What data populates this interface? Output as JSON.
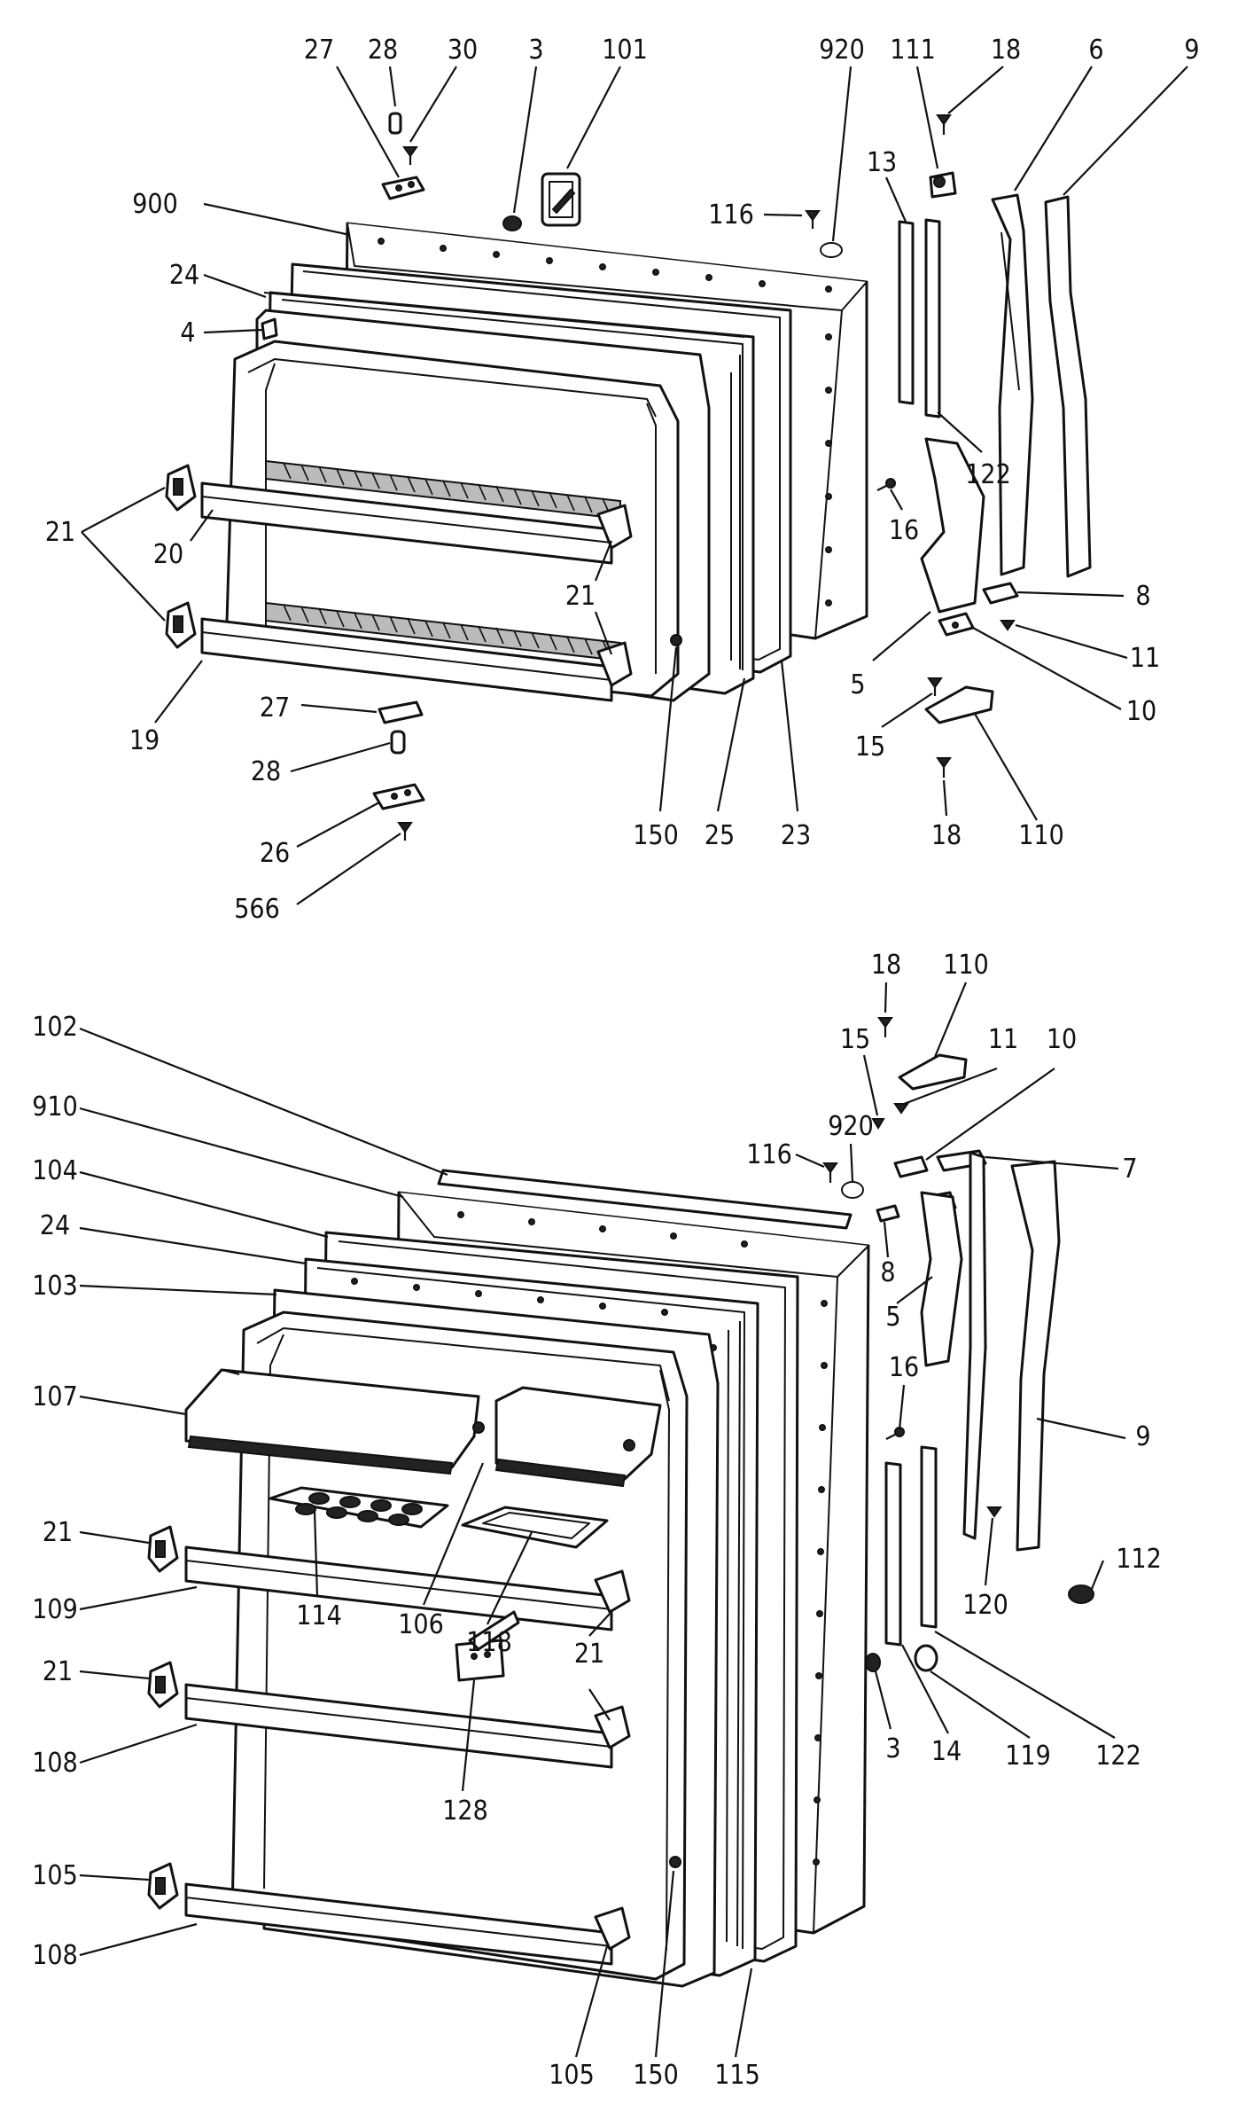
{
  "labels": {
    "top": {
      "l27a": "27",
      "l28a": "28",
      "l30": "30",
      "l3a": "3",
      "l101": "101",
      "l920a": "920",
      "l111": "111",
      "l18a": "18",
      "l6": "6",
      "l9a": "9",
      "l900": "900",
      "l116a": "116",
      "l13": "13",
      "l24a": "24",
      "l4": "4",
      "l122a": "122",
      "l16a": "16",
      "l21a": "21",
      "l20": "20",
      "l21b": "21",
      "l8a": "8",
      "l11a": "11",
      "l5a": "5",
      "l10a": "10",
      "l15a": "15",
      "l19": "19",
      "l27b": "27",
      "l28b": "28",
      "l26": "26",
      "l566": "566",
      "l150a": "150",
      "l25": "25",
      "l23": "23",
      "l18b": "18",
      "l110a": "110"
    },
    "bottom": {
      "l18c": "18",
      "l110b": "110",
      "l15b": "15",
      "l11b": "11",
      "l10b": "10",
      "l102": "102",
      "l910": "910",
      "l920b": "920",
      "l116b": "116",
      "l7": "7",
      "l104": "104",
      "l24b": "24",
      "l8b": "8",
      "l103": "103",
      "l5b": "5",
      "l16b": "16",
      "l107": "107",
      "l9b": "9",
      "l21c": "21",
      "l112": "112",
      "l114": "114",
      "l106": "106",
      "l118": "118",
      "l120": "120",
      "l109": "109",
      "l21d": "21",
      "l21e": "21",
      "l108a": "108",
      "l128": "128",
      "l3b": "3",
      "l14": "14",
      "l119": "119",
      "l122b": "122",
      "l105a": "105",
      "l108b": "108",
      "l105b": "105",
      "l150b": "150",
      "l115": "115"
    }
  }
}
